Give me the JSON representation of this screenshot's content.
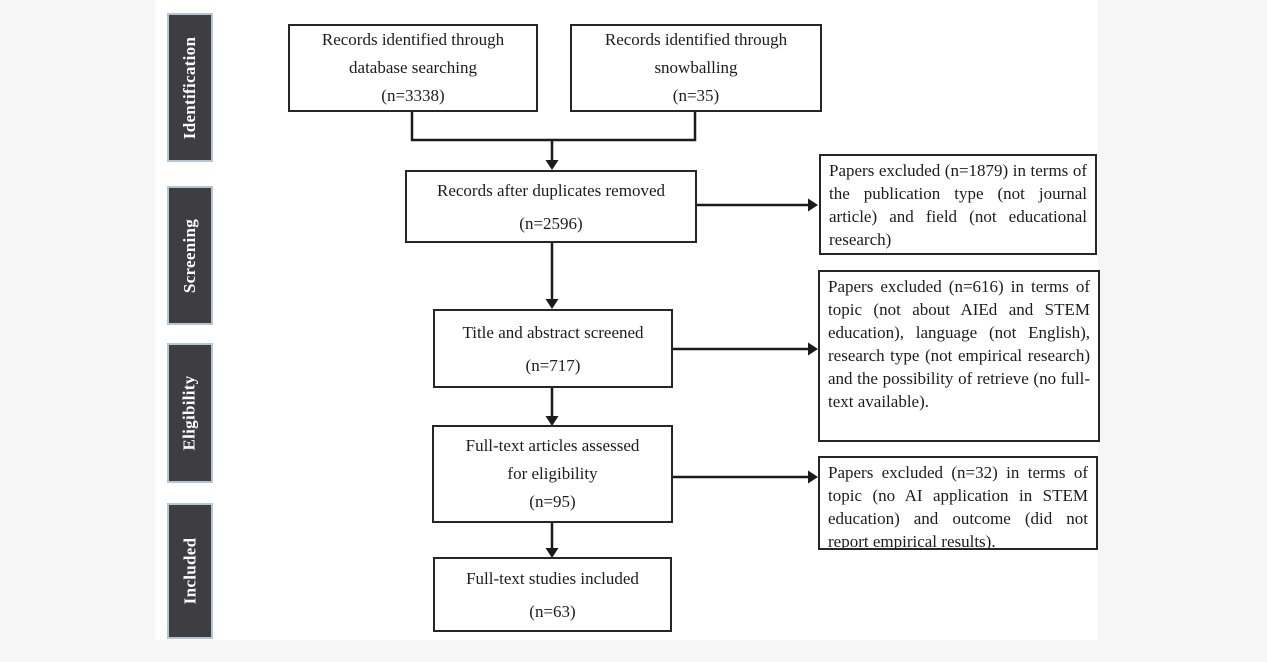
{
  "sidebar": {
    "stages": [
      "Identification",
      "Screening",
      "Eligibility",
      "Included"
    ]
  },
  "flow": {
    "database": "Records identified through\ndatabase searching\n(n=3338)",
    "snowballing": "Records identified through\nsnowballing\n(n=35)",
    "duplicates": "Records after duplicates removed\n(n=2596)",
    "screened": "Title and abstract screened\n(n=717)",
    "fulltext": "Full-text articles assessed\nfor eligibility\n(n=95)",
    "included": "Full-text studies included\n(n=63)"
  },
  "exclusions": {
    "first": "Papers excluded (n=1879) in terms of the publication type (not journal article) and field (not educational research)",
    "second": "Papers excluded (n=616) in terms of topic (not about AIEd and STEM education), language (not English), research type (not empirical research) and the possibility of retrieve (no full-text available).",
    "third": "Papers excluded (n=32) in terms of topic (no AI application in STEM education) and outcome (did not report empirical results)."
  },
  "counts": {
    "database": 3338,
    "snowballing": 35,
    "after_duplicates": 2596,
    "excluded_screening": 1879,
    "title_abstract_screened": 717,
    "excluded_topic_language": 616,
    "fulltext_assessed": 95,
    "excluded_fulltext": 32,
    "studies_included": 63
  },
  "colors": {
    "page_background": "#f6f6f6",
    "canvas_background": "#ffffff",
    "stage_fill": "#3e3e40",
    "stage_border": "#b3c6d6",
    "stage_text": "#ffffff",
    "box_border": "#262626",
    "arrow": "#1a1a1a"
  }
}
